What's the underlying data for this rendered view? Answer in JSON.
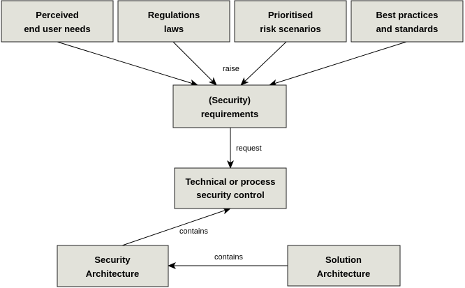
{
  "nodes": {
    "end_user_needs": {
      "line1": "Perceived",
      "line2": "end user needs"
    },
    "regulations": {
      "line1": "Regulations",
      "line2": "laws"
    },
    "risk_scenarios": {
      "line1": "Prioritised",
      "line2": "risk scenarios"
    },
    "best_practices": {
      "line1": "Best practices",
      "line2": "and standards"
    },
    "requirements": {
      "line1": "(Security)",
      "line2": "requirements"
    },
    "control": {
      "line1": "Technical or process",
      "line2": "security control"
    },
    "security_architecture": {
      "line1": "Security",
      "line2": "Architecture"
    },
    "solution_architecture": {
      "line1": "Solution",
      "line2": "Architecture"
    }
  },
  "edges": {
    "raise": "raise",
    "request": "request",
    "contains_control": "contains",
    "contains_architecture": "contains"
  },
  "colors": {
    "node_fill": "#e2e2da",
    "node_stroke": "#202020",
    "edge": "#000000"
  }
}
